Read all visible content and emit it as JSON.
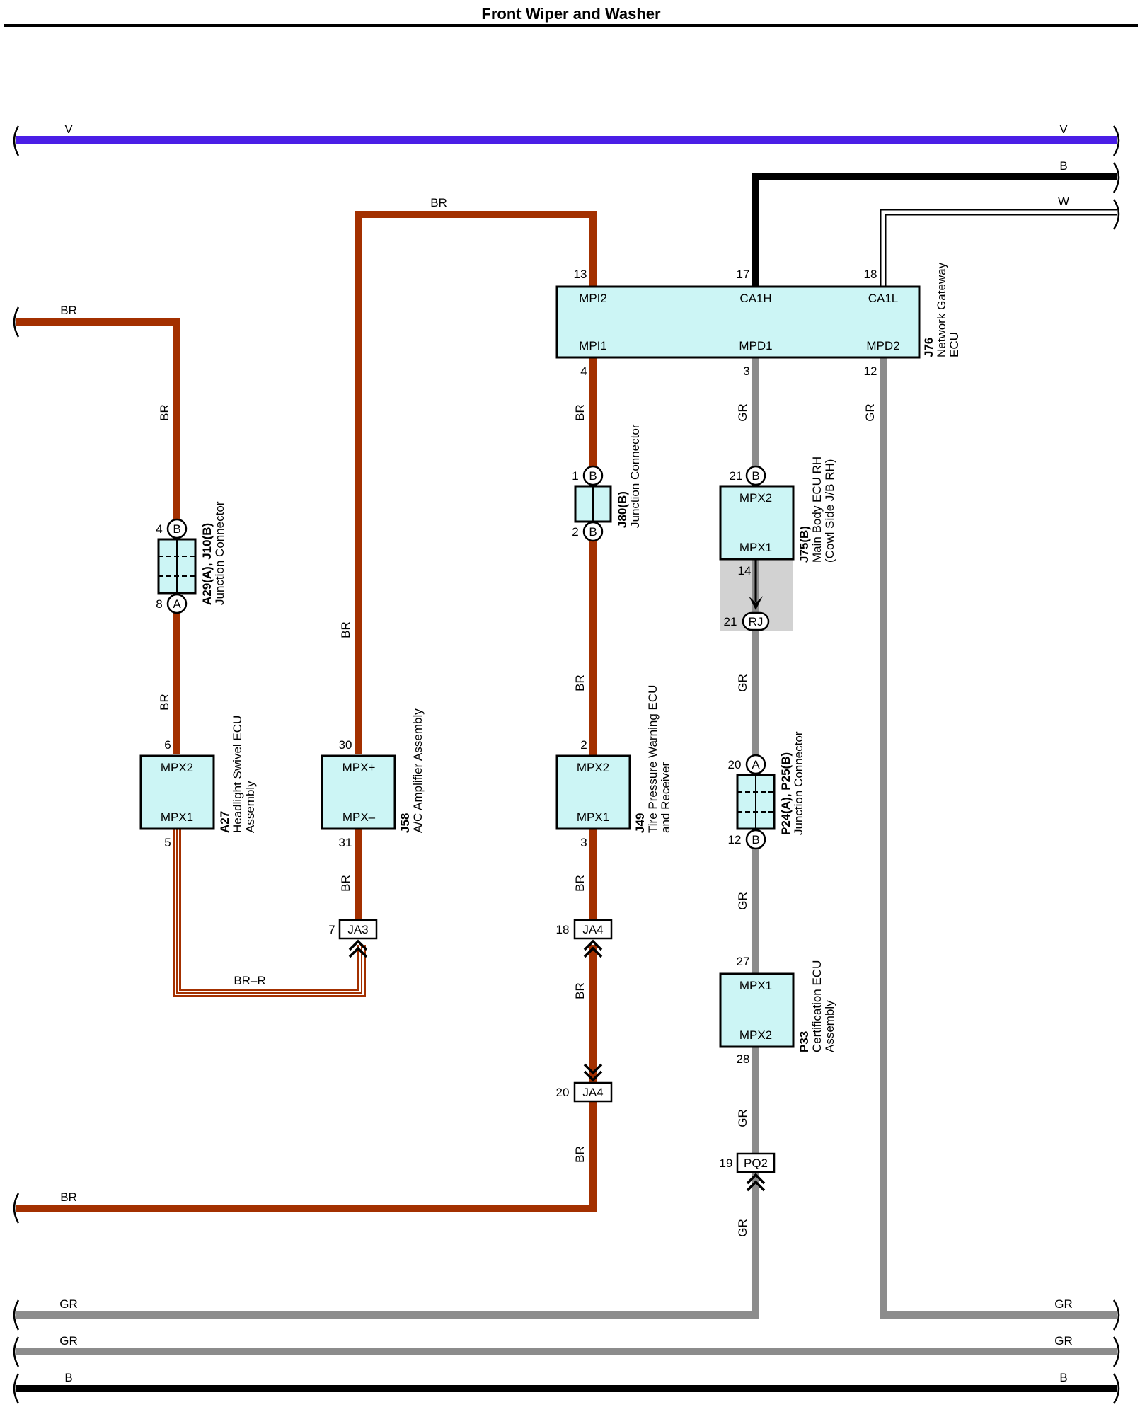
{
  "title": "Front Wiper and Washer",
  "colors": {
    "BR": "#a33000",
    "GR": "#8c8c8c",
    "B": "#000000",
    "V": "#4a1ee6",
    "W": "#ffffff",
    "box": "#ccf5f5"
  },
  "wire_labels": {
    "V_left": "V",
    "V_right": "V",
    "B_top": "B",
    "W_top": "W",
    "BR_top_loop": "BR",
    "BR_left_top": "BR",
    "BR_left_v1": "BR",
    "BR_left_v2": "BR",
    "BR_j58_v1": "BR",
    "BR_j58_v2": "BR",
    "BR_j49_v1": "BR",
    "BR_j49_v2": "BR",
    "BR_j49_v3": "BR",
    "BR_j49_v4": "BR",
    "BR_bottom": "BR",
    "BRR": "BR–R",
    "GR_mpd1_v1": "GR",
    "GR_mpd1_v2": "GR",
    "GR_mpd1_v3": "GR",
    "GR_mpd1_v4": "GR",
    "GR_mpd1_v5": "GR",
    "GR_mpd2_v": "GR",
    "GR_bus1_left": "GR",
    "GR_bus1_right": "GR",
    "GR_bus2_left": "GR",
    "GR_bus2_right": "GR",
    "B_bus_left": "B",
    "B_bus_right": "B"
  },
  "components": {
    "J76": {
      "code": "J76",
      "name_line1": "Network Gateway",
      "name_line2": "ECU",
      "pins": {
        "MPI2": "MPI2",
        "CA1H": "CA1H",
        "CA1L": "CA1L",
        "MPI1": "MPI1",
        "MPD1": "MPD1",
        "MPD2": "MPD2"
      },
      "pin_nums": {
        "MPI2": "13",
        "CA1H": "17",
        "CA1L": "18",
        "MPI1": "4",
        "MPD1": "3",
        "MPD2": "12"
      }
    },
    "A27": {
      "code": "A27",
      "name_line1": "Headlight Swivel ECU",
      "name_line2": "Assembly",
      "pins": {
        "top": "MPX2",
        "bottom": "MPX1"
      },
      "pin_nums": {
        "top": "6",
        "bottom": "5"
      }
    },
    "J58": {
      "code": "J58",
      "name_line1": "A/C Amplifier Assembly",
      "pins": {
        "top": "MPX+",
        "bottom": "MPX–"
      },
      "pin_nums": {
        "top": "30",
        "bottom": "31"
      }
    },
    "J49": {
      "code": "J49",
      "name_line1": "Tire Pressure Warning ECU",
      "name_line2": "and Receiver",
      "pins": {
        "top": "MPX2",
        "bottom": "MPX1"
      },
      "pin_nums": {
        "top": "2",
        "bottom": "3"
      }
    },
    "J75B": {
      "code": "J75(B)",
      "name_line1": "Main Body ECU RH",
      "name_line2": "(Cowl Side J/B RH)",
      "pins": {
        "top": "MPX2",
        "bottom": "MPX1"
      },
      "pin_nums": {
        "top": "21",
        "bottom": "14"
      }
    },
    "P33": {
      "code": "P33",
      "name_line1": "Certification ECU",
      "name_line2": "Assembly",
      "pins": {
        "top": "MPX1",
        "bottom": "MPX2"
      },
      "pin_nums": {
        "top": "27",
        "bottom": "28"
      }
    },
    "A29J10": {
      "code": "A29(A), J10(B)",
      "name_line1": "Junction Connector",
      "top_letter": "B",
      "bottom_letter": "A",
      "top_num": "4",
      "bottom_num": "8"
    },
    "J80B": {
      "code": "J80(B)",
      "name_line1": "Junction Connector",
      "top_letter": "B",
      "bottom_letter": "B",
      "top_num": "1",
      "bottom_num": "2"
    },
    "P24P25": {
      "code": "P24(A), P25(B)",
      "name_line1": "Junction Connector",
      "top_letter": "A",
      "bottom_letter": "B",
      "top_num": "20",
      "bottom_num": "12"
    },
    "RJ": {
      "label": "RJ",
      "num": "21"
    },
    "JA3": {
      "label": "JA3",
      "num": "7"
    },
    "JA4a": {
      "label": "JA4",
      "num": "18"
    },
    "JA4b": {
      "label": "JA4",
      "num": "20"
    },
    "PQ2": {
      "label": "PQ2",
      "num": "19"
    }
  }
}
